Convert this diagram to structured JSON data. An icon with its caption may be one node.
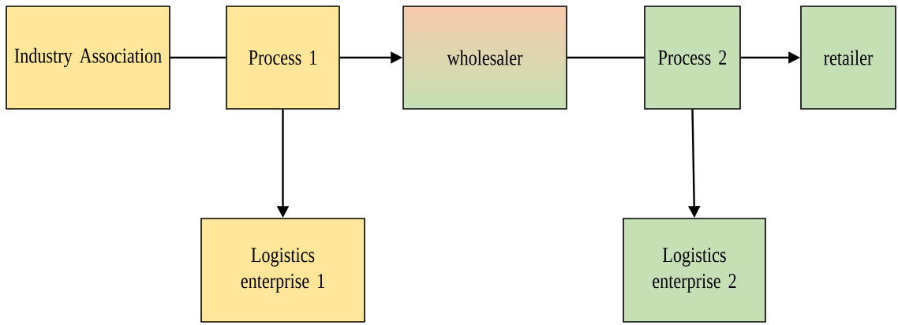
{
  "diagram": {
    "nodes": [
      {
        "text": [
          "Industry Association"
        ]
      },
      {
        "text": [
          "Process 1"
        ]
      },
      {
        "text": [
          "wholesaler"
        ]
      },
      {
        "text": [
          "Process 2"
        ]
      },
      {
        "text": [
          "retailer"
        ]
      },
      {
        "text": [
          "Logistics enterprise 1"
        ]
      },
      {
        "text": [
          "Logistics enterprise 2"
        ]
      }
    ],
    "edges": [
      {
        "from": 0,
        "to": 1,
        "arrow": "none"
      },
      {
        "from": 1,
        "to": 2,
        "arrow": "to"
      },
      {
        "from": 2,
        "to": 3,
        "arrow": "none"
      },
      {
        "from": 3,
        "to": 4,
        "arrow": "to"
      },
      {
        "from": 1,
        "to": 5,
        "arrow": "to"
      },
      {
        "from": 3,
        "to": 6,
        "arrow": "to"
      }
    ]
  }
}
